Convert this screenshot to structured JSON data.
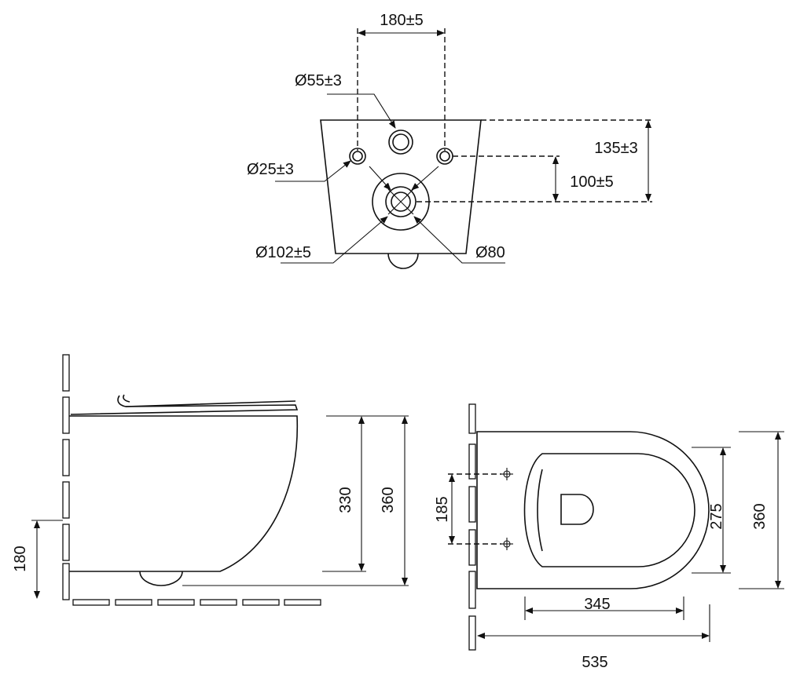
{
  "top_view": {
    "dim_hole_spacing": "180±5",
    "dim_inlet_diameter": "Ø55±3",
    "dim_bolt_hole_diameter": "Ø25±3",
    "dim_outlet_outer": "Ø102±5",
    "dim_outlet_inner": "Ø80",
    "dim_top_to_outlet": "135±3",
    "dim_bolt_to_outlet": "100±5"
  },
  "side_view": {
    "dim_bowl_height": "330",
    "dim_total_height": "360",
    "dim_outlet_height": "180"
  },
  "plan_view": {
    "dim_bolt_spacing": "185",
    "dim_seat_width": "275",
    "dim_bowl_width": "360",
    "dim_seat_length": "345",
    "dim_total_length": "535"
  }
}
